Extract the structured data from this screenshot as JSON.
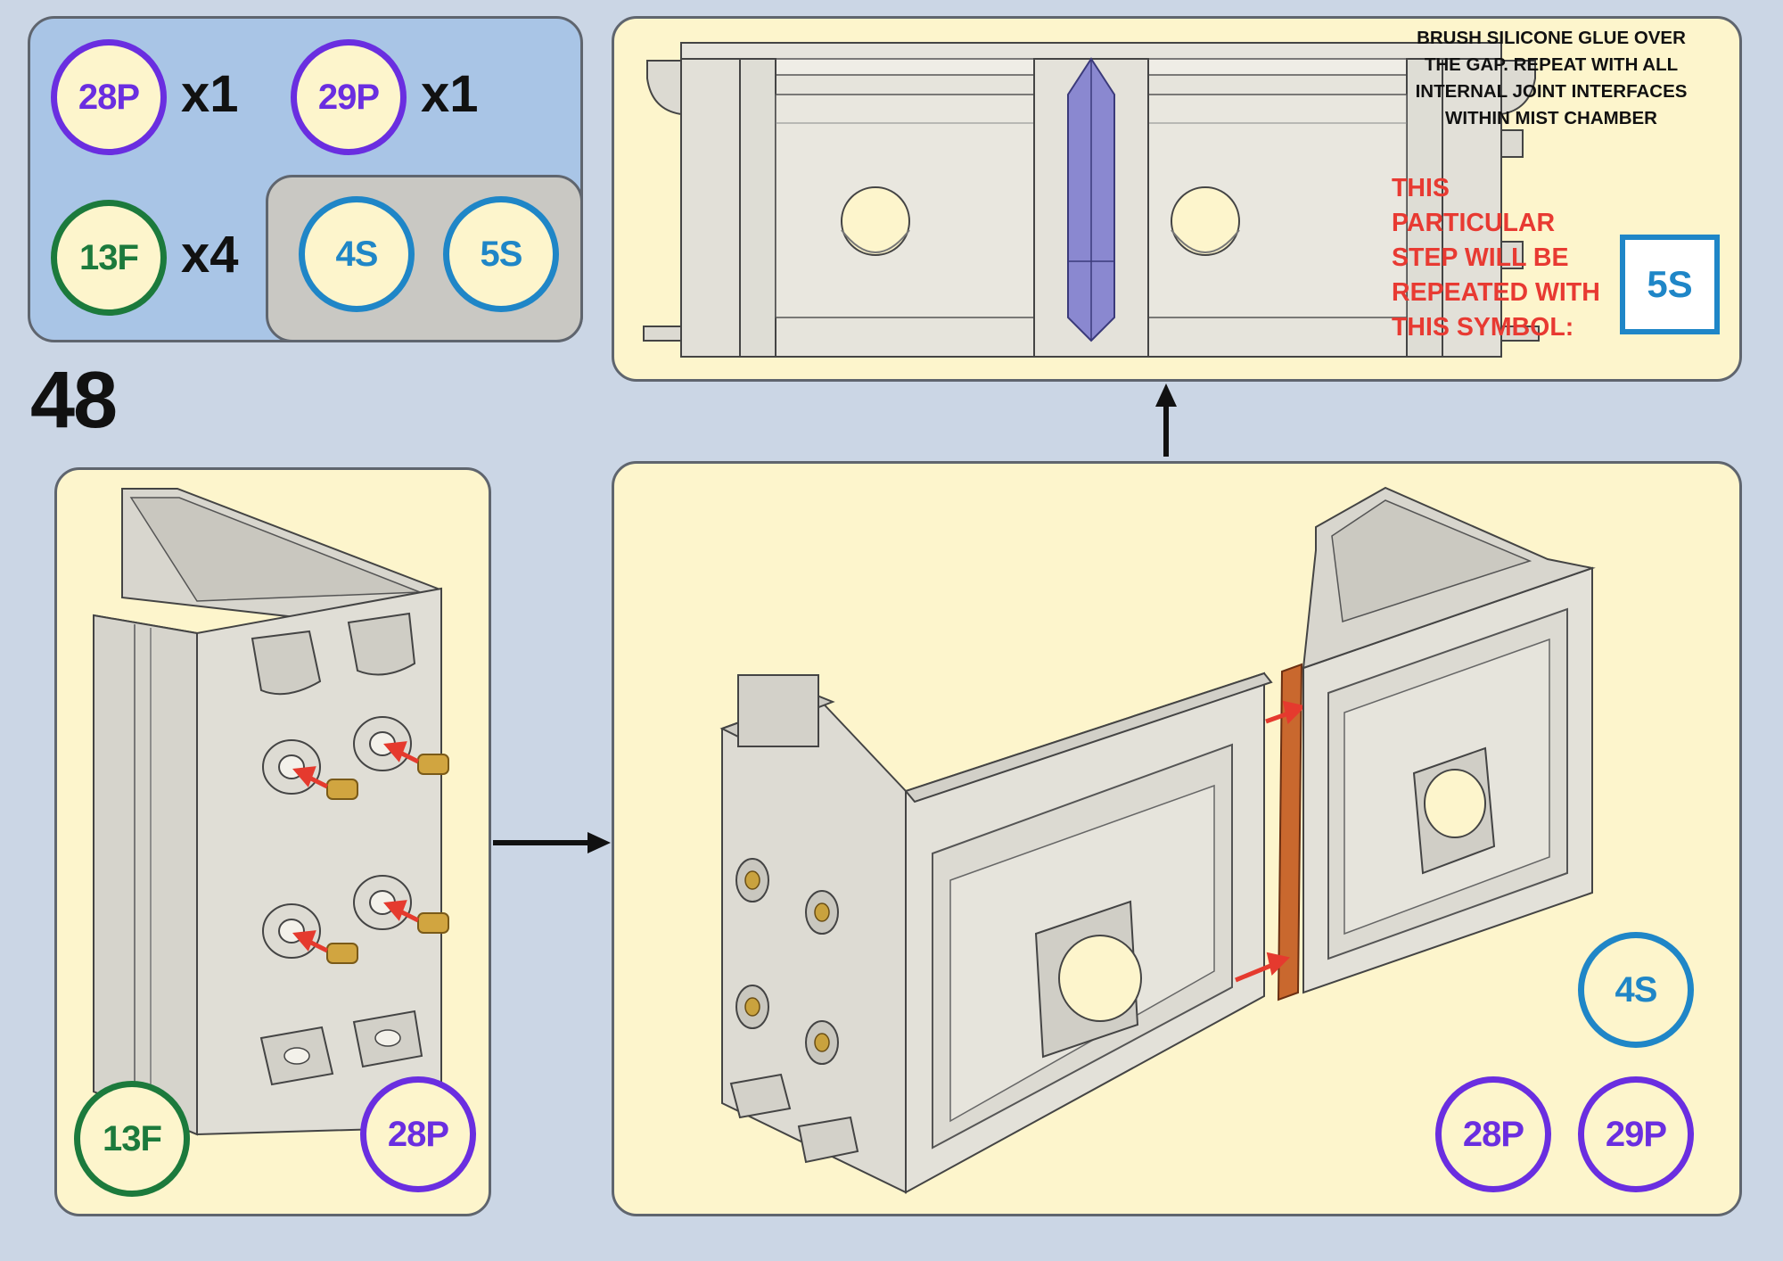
{
  "step_number": "48",
  "parts": [
    {
      "label": "28P",
      "qty": "x1",
      "color": "#6a2ee0"
    },
    {
      "label": "29P",
      "qty": "x1",
      "color": "#6a2ee0"
    },
    {
      "label": "13F",
      "qty": "x4",
      "color": "#1c7a3c"
    }
  ],
  "sub_parts": [
    {
      "label": "4S",
      "color": "#1f86c7"
    },
    {
      "label": "5S",
      "color": "#1f86c7"
    }
  ],
  "note": {
    "lines": [
      "BRUSH SILICONE GLUE OVER",
      "THE GAP. REPEAT WITH ALL",
      "INTERNAL JOINT INTERFACES",
      "WITHIN MIST CHAMBER"
    ],
    "red_lines": [
      "THIS",
      "PARTICULAR",
      "STEP WILL BE",
      "REPEATED WITH",
      "THIS SYMBOL:"
    ],
    "symbol": "5S",
    "red_color": "#e83a32"
  },
  "left_panel_badges": [
    {
      "label": "13F",
      "color": "#1c7a3c"
    },
    {
      "label": "28P",
      "color": "#6a2ee0"
    }
  ],
  "main_panel_badges": [
    {
      "label": "4S",
      "color": "#1f86c7"
    },
    {
      "label": "28P",
      "color": "#6a2ee0"
    },
    {
      "label": "29P",
      "color": "#6a2ee0"
    }
  ],
  "icons": [
    "arrow-right-icon",
    "arrow-up-icon",
    "red-insert-arrow-icon"
  ]
}
